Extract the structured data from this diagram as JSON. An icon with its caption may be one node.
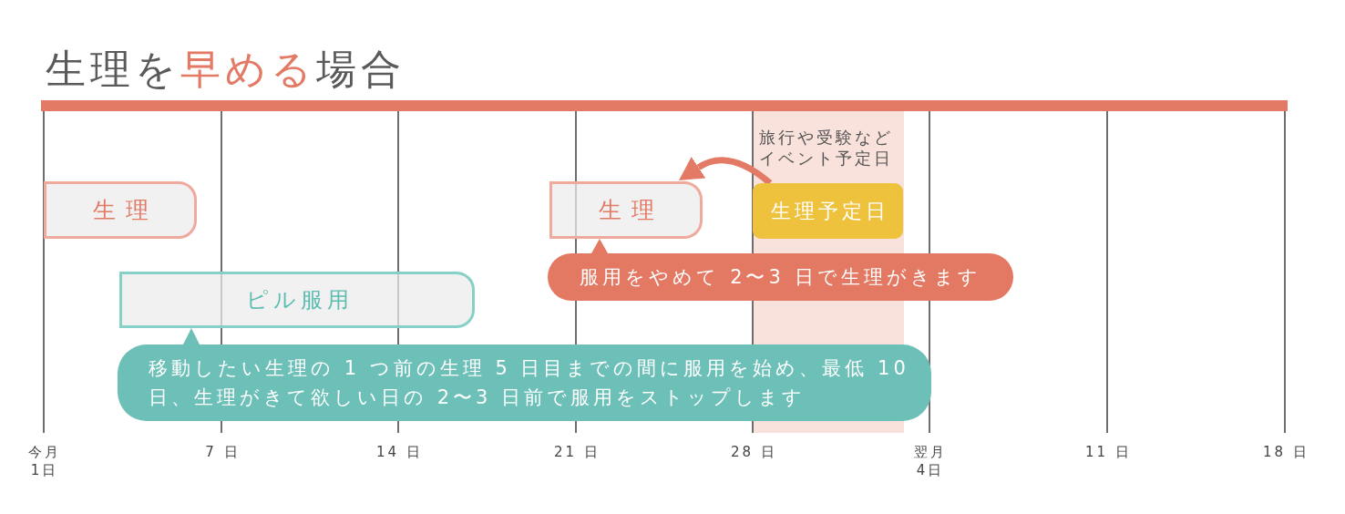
{
  "diagram": {
    "title": "生理を**早める**場合",
    "nodes": [
      {
        "text": [
          "旅行や受験などイベント予定日"
        ]
      },
      {
        "text": [
          "生理"
        ]
      },
      {
        "text": [
          "生理"
        ]
      },
      {
        "text": [
          "生理予定日"
        ],
        "in": 0
      },
      {
        "text": [
          "服用をやめて 2〜3 日で生理がきます"
        ]
      },
      {
        "text": [
          "ピル服用"
        ]
      },
      {
        "text": [
          "移動したい生理の 1 つ前の生理 5 日目までの間に服用を始め、最低 10 日、生理がきて欲しい日の 2〜3 日前で服用をストップします"
        ]
      }
    ],
    "edges": [
      {
        "from": 3,
        "to": 2,
        "arrow": "to"
      }
    ],
    "labels": [
      "今月1日",
      "7 日",
      "14 日",
      "21 日",
      "28 日",
      "翌月4日",
      "11 日",
      "18 日"
    ]
  }
}
